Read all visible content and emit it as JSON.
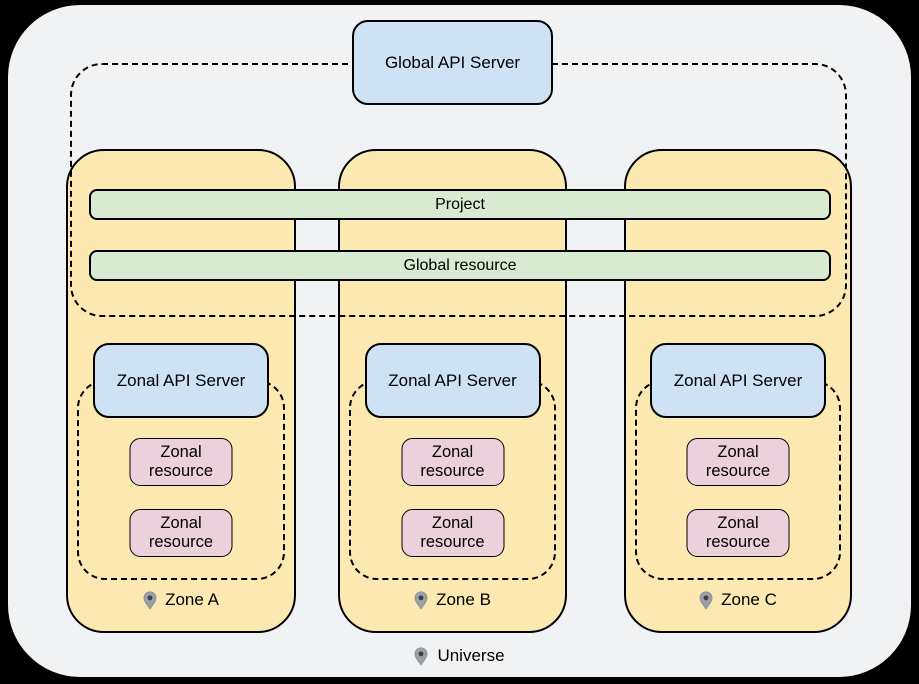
{
  "diagram": {
    "universe": {
      "label": "Universe"
    },
    "global_api_server": {
      "label": "Global API Server"
    },
    "bars": {
      "project": "Project",
      "global_resource": "Global resource"
    },
    "zones": [
      {
        "name": "Zone A",
        "api_server_label": "Zonal API Server",
        "resources": [
          "Zonal resource",
          "Zonal resource"
        ]
      },
      {
        "name": "Zone B",
        "api_server_label": "Zonal API Server",
        "resources": [
          "Zonal resource",
          "Zonal resource"
        ]
      },
      {
        "name": "Zone C",
        "api_server_label": "Zonal API Server",
        "resources": [
          "Zonal resource",
          "Zonal resource"
        ]
      }
    ],
    "icons": {
      "zone_marker": "location-pin-icon",
      "universe_marker": "location-pin-icon"
    },
    "colors": {
      "page_background": "#000000",
      "universe_fill": "#F1F2F3",
      "zone_fill": "#FCE9B2",
      "api_server_fill": "#CFE2F3",
      "resource_fill": "#EAD1DC",
      "bar_fill": "#D9EAD3",
      "border": "#000000",
      "pin_gray": "#9AA0A6",
      "pin_dot": "#3C4043"
    }
  }
}
